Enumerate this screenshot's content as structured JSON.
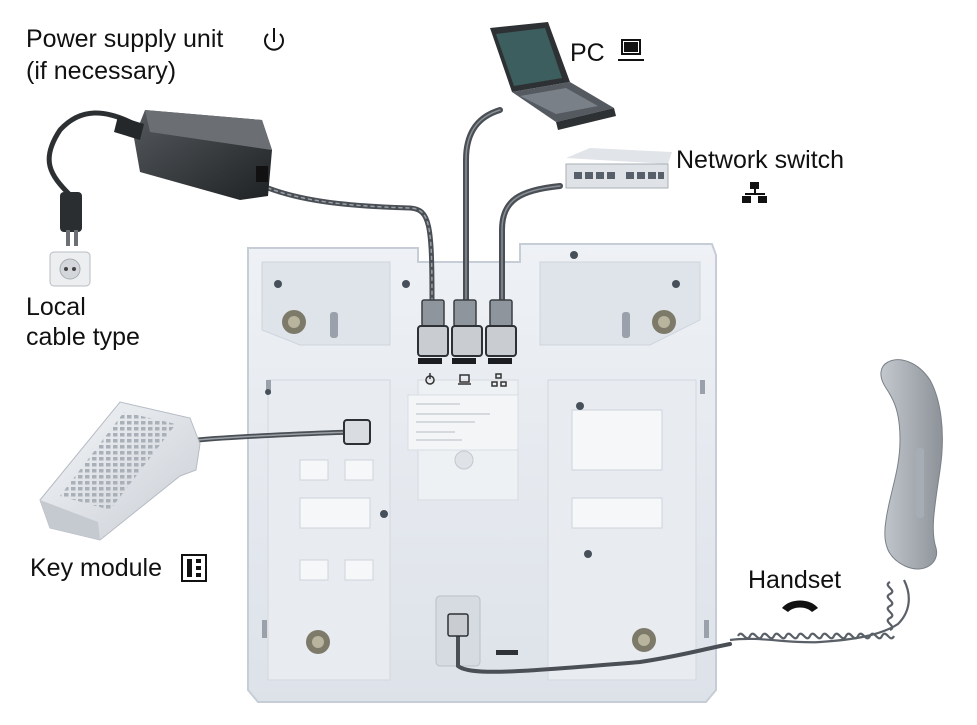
{
  "labels": {
    "power_supply_line1": "Power supply unit",
    "power_supply_line2": "(if necessary)",
    "pc": "PC",
    "network_switch": "Network switch",
    "local_cable_line1": "Local",
    "local_cable_line2": "cable type",
    "key_module": "Key module",
    "handset": "Handset"
  },
  "icons": {
    "power": "power-icon",
    "pc": "pc-icon",
    "network": "network-icon",
    "key_module": "key-module-icon",
    "handset": "handset-icon"
  },
  "colors": {
    "phone_body": "#e4e8ee",
    "phone_edge": "#c7cdd6",
    "cable": "#4a4f55",
    "device_dark": "#2e3134"
  }
}
